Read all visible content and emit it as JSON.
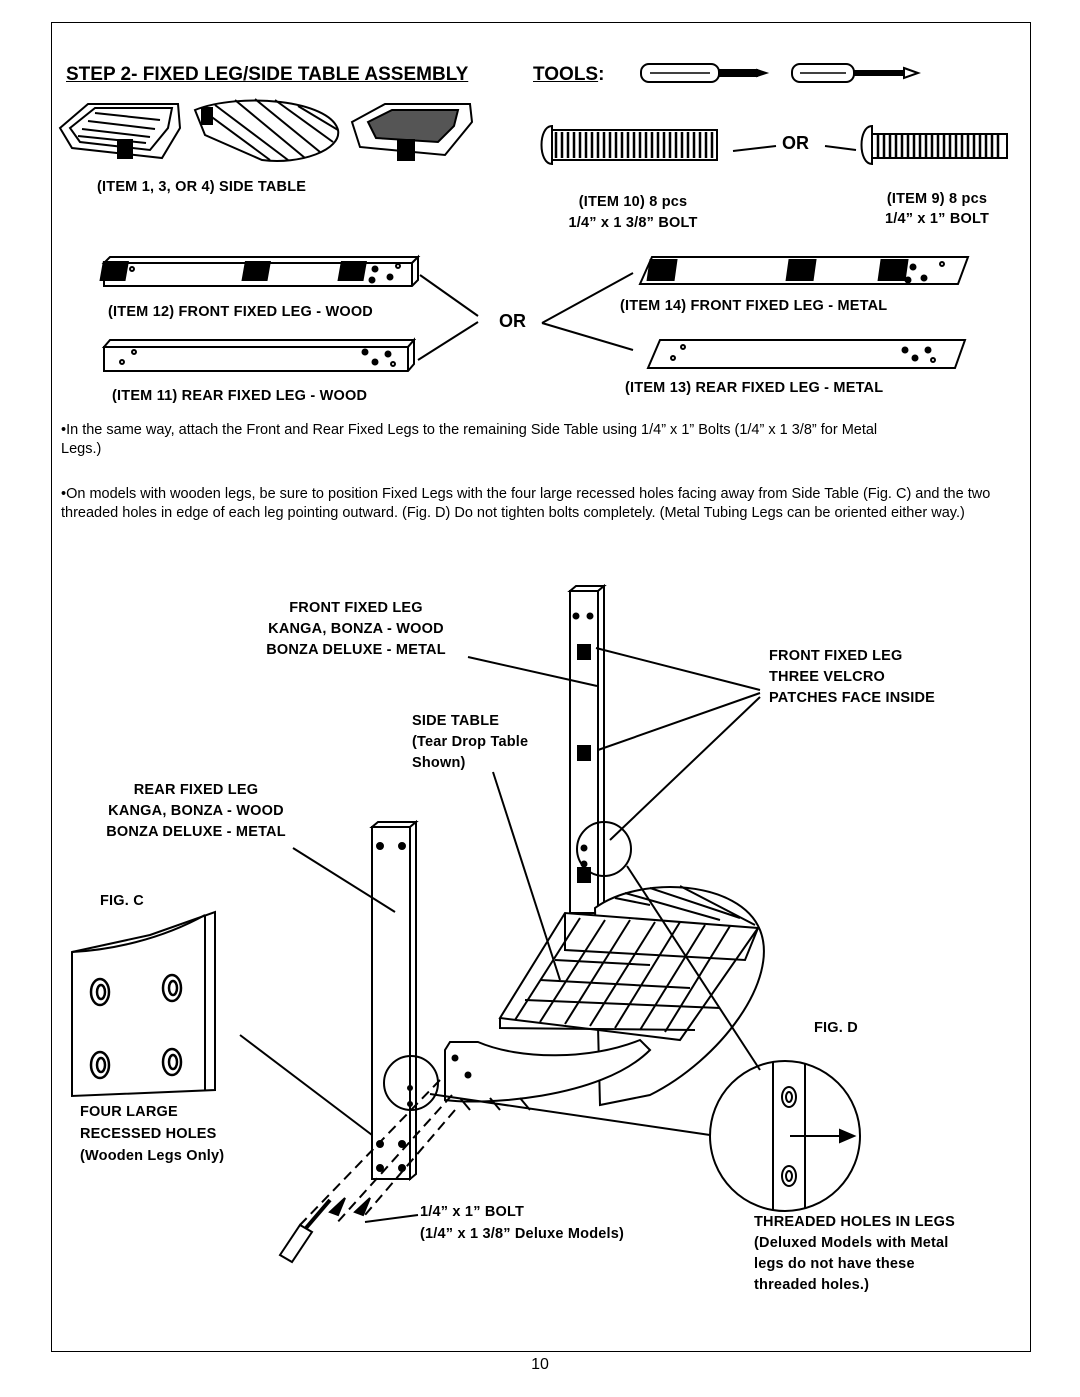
{
  "header": {
    "title": "STEP 2- FIXED LEG/SIDE TABLE ASSEMBLY",
    "tools_label": "TOOLS",
    "tools_colon": ":"
  },
  "parts": {
    "side_table_label": "(ITEM 1, 3, OR 4) SIDE TABLE",
    "or_bolt": "OR",
    "bolt10_line1": "(ITEM 10) 8 pcs",
    "bolt10_line2": "1/4” x 1 3/8” BOLT",
    "bolt9_line1": "(ITEM 9) 8 pcs",
    "bolt9_line2": "1/4” x 1” BOLT",
    "item12": "(ITEM 12) FRONT FIXED LEG - WOOD",
    "item11": "(ITEM 11) REAR FIXED LEG - WOOD",
    "or_legs": "OR",
    "item14": "(ITEM 14) FRONT FIXED LEG - METAL",
    "item13": "(ITEM 13) REAR FIXED LEG - METAL"
  },
  "instructions": {
    "p1": "•In the same way, attach the Front and Rear Fixed Legs to the remaining Side Table using 1/4” x 1” Bolts (1/4” x 1 3/8” for Metal Legs.)",
    "p2": "•On models with wooden legs, be sure to position Fixed Legs with the four large recessed holes facing away from Side Table (Fig. C) and the two threaded holes in edge of each leg pointing outward. (Fig. D) Do not tighten bolts completely. (Metal Tubing Legs can be oriented either way.)"
  },
  "diagram": {
    "front_leg_1": "FRONT FIXED LEG",
    "front_leg_2": "KANGA, BONZA - WOOD",
    "front_leg_3": "BONZA DELUXE -  METAL",
    "velcro_1": "FRONT FIXED LEG",
    "velcro_2": "THREE VELCRO",
    "velcro_3": "PATCHES FACE INSIDE",
    "side_table_1": "SIDE TABLE",
    "side_table_2": "(Tear Drop Table",
    "side_table_3": "Shown)",
    "rear_leg_1": "REAR FIXED LEG",
    "rear_leg_2": "KANGA, BONZA - WOOD",
    "rear_leg_3": "BONZA DELUXE - METAL",
    "fig_c": "FIG. C",
    "fig_d": "FIG. D",
    "holes_1": "FOUR LARGE",
    "holes_2": "RECESSED HOLES",
    "holes_3": "(Wooden Legs Only)",
    "bolt_1": "1/4” x 1” BOLT",
    "bolt_2": "(1/4” x 1 3/8” Deluxe Models)",
    "threaded_1": "THREADED HOLES IN LEGS",
    "threaded_2": "(Deluxed Models with Metal",
    "threaded_3": "legs do not have these",
    "threaded_4": "threaded holes.)"
  },
  "footer": {
    "page_number": "10"
  }
}
